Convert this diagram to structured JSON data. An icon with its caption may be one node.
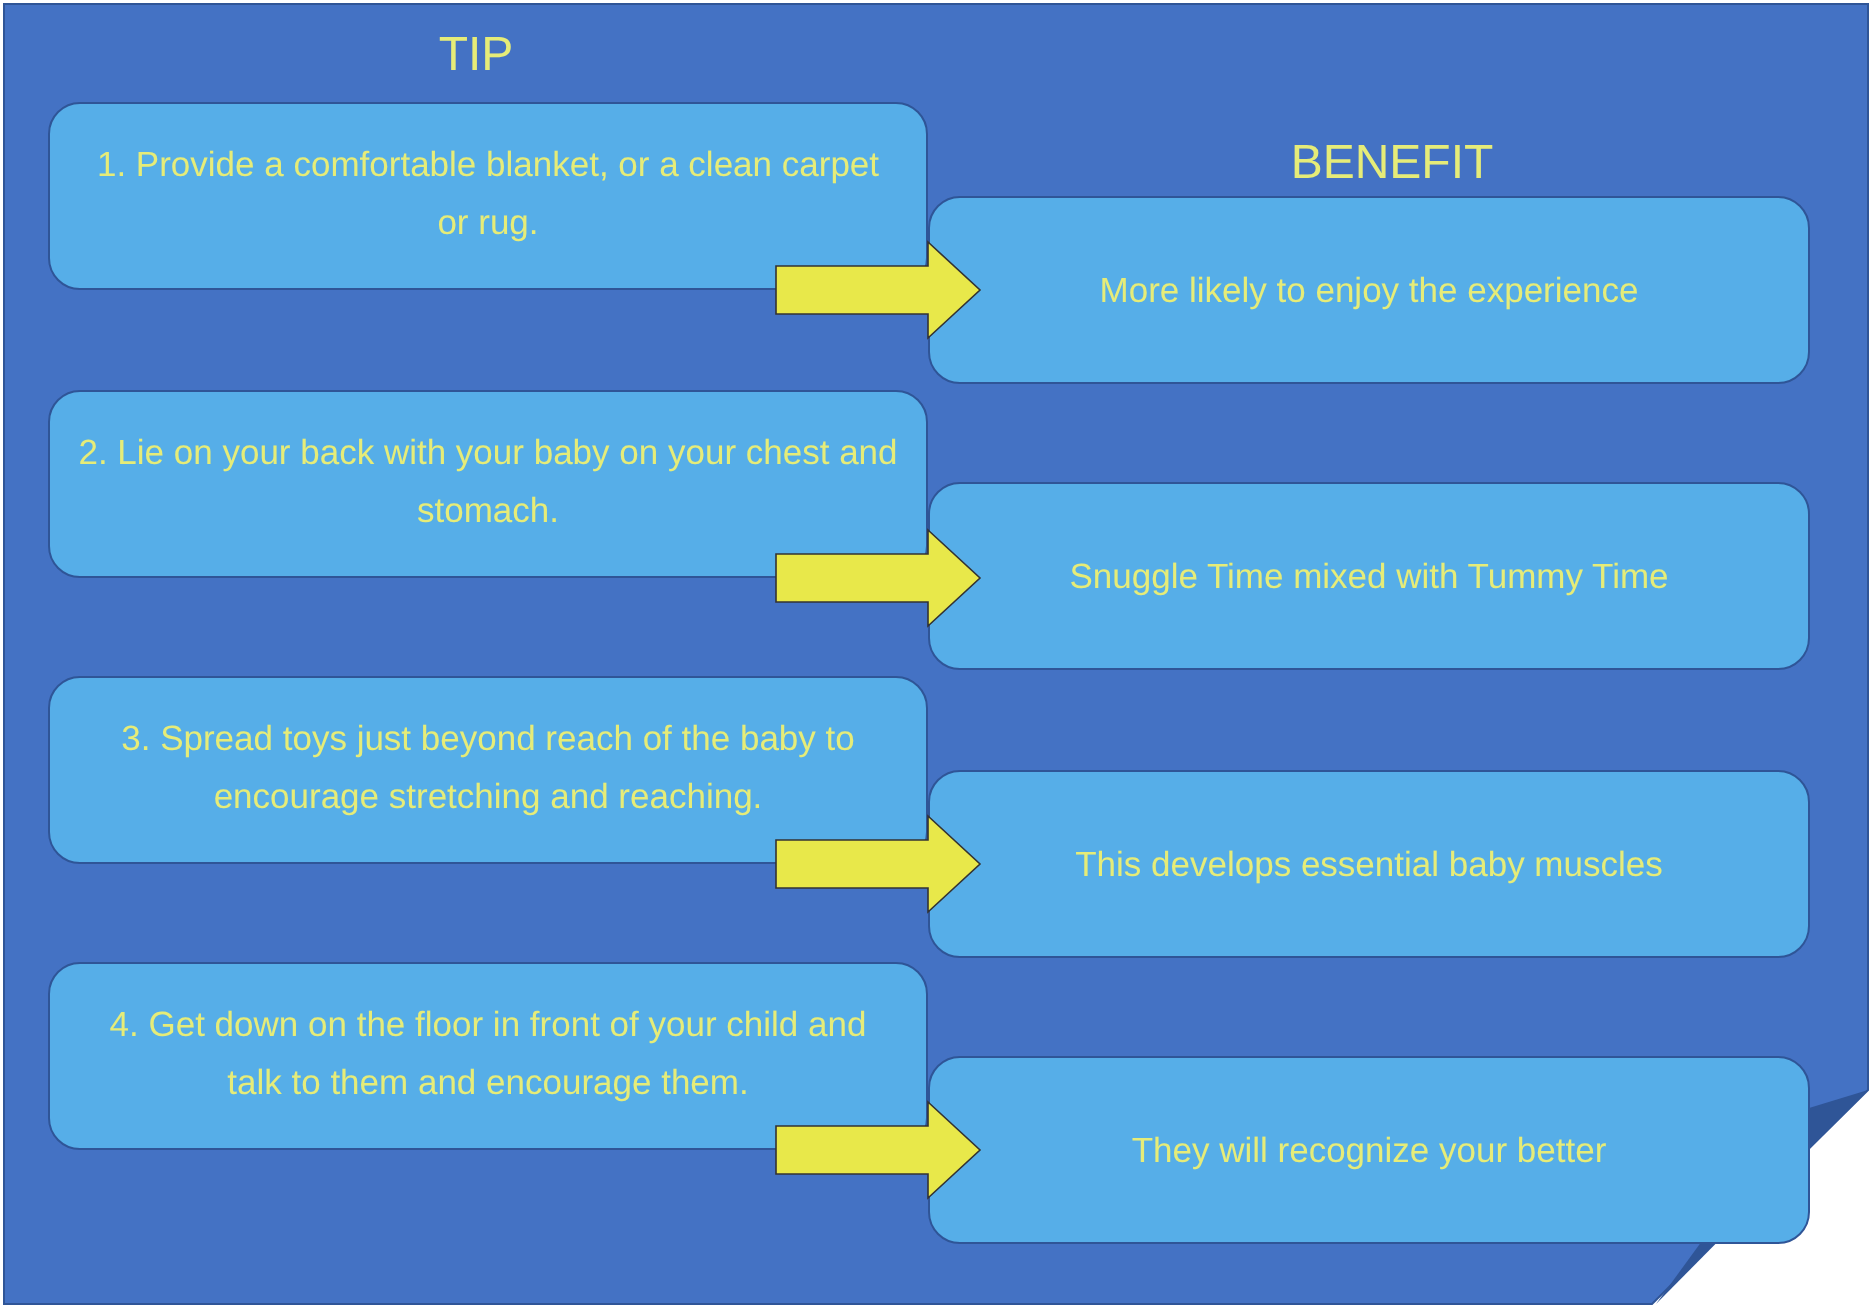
{
  "diagram": {
    "nodes": [
      {
        "text": [
          "1. Provide a comfortable blanket, or a clean carpet or rug."
        ]
      },
      {
        "text": [
          "More likely to enjoy the experience"
        ]
      },
      {
        "text": [
          "2. Lie on your back with your baby on your chest and stomach."
        ]
      },
      {
        "text": [
          "Snuggle Time mixed with Tummy Time"
        ]
      },
      {
        "text": [
          "3. Spread toys just beyond reach of the baby to encourage stretching and reaching."
        ]
      },
      {
        "text": [
          "This develops essential baby muscles"
        ]
      },
      {
        "text": [
          "4. Get down on the floor in front of your child and talk to them and encourage them."
        ]
      },
      {
        "text": [
          "They will recognize your better"
        ]
      }
    ],
    "edges": [
      {
        "from": 0,
        "to": 1,
        "arrow": "to"
      },
      {
        "from": 2,
        "to": 3,
        "arrow": "to"
      },
      {
        "from": 4,
        "to": 5,
        "arrow": "to"
      },
      {
        "from": 6,
        "to": 7,
        "arrow": "to"
      }
    ],
    "labels": [
      "TIP",
      "BENEFIT"
    ]
  }
}
